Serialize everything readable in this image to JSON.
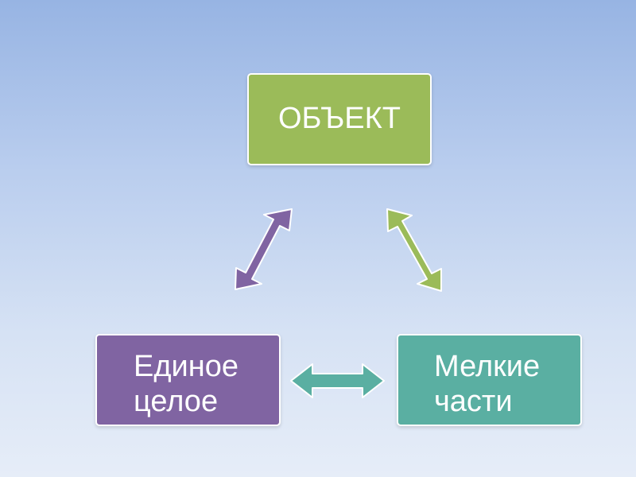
{
  "diagram": {
    "nodes": [
      {
        "id": "top",
        "lines": [
          "ОБЪЕКТ"
        ],
        "color": "#9bbb59"
      },
      {
        "id": "left",
        "lines": [
          "Единое",
          "целое"
        ],
        "color": "#8064a2"
      },
      {
        "id": "right",
        "lines": [
          "Мелкие",
          "части"
        ],
        "color": "#5aafa2"
      }
    ],
    "edges": [
      {
        "from": "top",
        "to": "left",
        "type": "double-arrow",
        "color": "#8064a2"
      },
      {
        "from": "top",
        "to": "right",
        "type": "double-arrow",
        "color": "#9bbb59"
      },
      {
        "from": "left",
        "to": "right",
        "type": "double-arrow",
        "color": "#5aafa2"
      }
    ]
  }
}
